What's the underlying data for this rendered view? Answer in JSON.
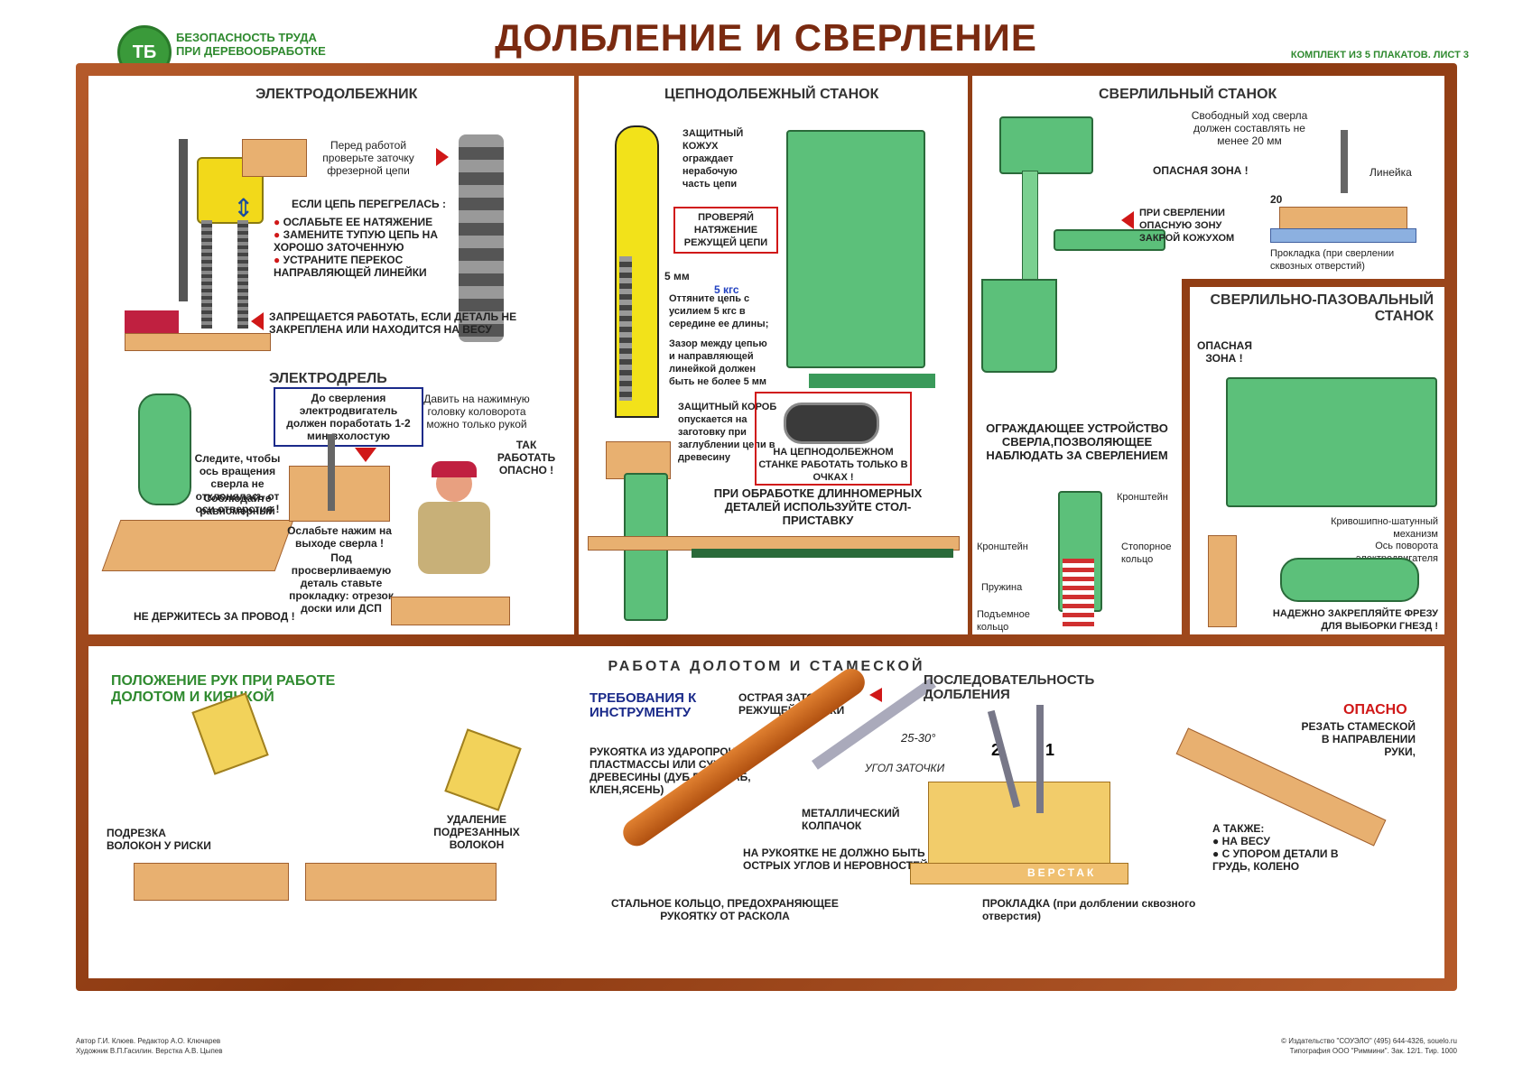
{
  "header": {
    "logo_text": "ТБ",
    "brand_line1": "БЕЗОПАСНОСТЬ ТРУДА",
    "brand_line2": "ПРИ ДЕРЕВООБРАБОТКЕ",
    "title": "ДОЛБЛЕНИЕ И СВЕРЛЕНИЕ",
    "set_info": "КОМПЛЕКТ ИЗ 5 ПЛАКАТОВ. ЛИСТ 3"
  },
  "p1": {
    "title": "ЭЛЕКТРОДОЛБЕЖНИК",
    "check_text": "Перед работой проверьте заточку фрезерной цепи",
    "overheat_title": "ЕСЛИ ЦЕПЬ ПЕРЕГРЕЛАСЬ :",
    "overheat_items": [
      "ОСЛАБЬТЕ ЕЕ НАТЯЖЕНИЕ",
      "ЗАМЕНИТЕ ТУПУЮ ЦЕПЬ НА ХОРОШО ЗАТОЧЕННУЮ",
      "УСТРАНИТЕ ПЕРЕКОС НАПРАВЛЯЮЩЕЙ ЛИНЕЙКИ"
    ],
    "warning": "ЗАПРЕЩАЕТСЯ РАБОТАТЬ, ЕСЛИ ДЕТАЛЬ НЕ ЗАКРЕПЛЕНА ИЛИ НАХОДИТСЯ НА ВЕСУ"
  },
  "p2": {
    "title": "ЭЛЕКТРОДРЕЛЬ",
    "idle_box": "До сверления электродвигатель должен поработать 1-2 мин вхолостую",
    "press_text": "Давить на нажимную головку коловорота можно только рукой",
    "axis_text": "Следите, чтобы ось вращения сверла не отклонялась от оси отверстия !",
    "uniform_text": "Соблюдайте равномерный нажим",
    "exit_text": "Ослабьте нажим на выходе сверла !",
    "lining_text": "Под просверливаемую деталь ставьте прокладку: отрезок доски или ДСП",
    "danger_text": "ТАК РАБОТАТЬ ОПАСНО !",
    "wire_text": "НЕ ДЕРЖИТЕСЬ ЗА ПРОВОД !"
  },
  "p3": {
    "title": "ЦЕПНОДОЛБЕЖНЫЙ СТАНОК",
    "guard_text": "ЗАЩИТНЫЙ КОЖУХ ограждает нерабочую часть цепи",
    "tension_box": "ПРОВЕРЯЙ НАТЯЖЕНИЕ РЕЖУЩЕЙ ЦЕПИ",
    "mm_label": "5 мм",
    "kgs_label": "5 кгс",
    "pull_text": "Оттяните цепь с усилием 5 кгс в середине ее длины;",
    "gap_text": "Зазор между цепью и направляющей линейкой должен быть не более 5 мм",
    "box_text": "ЗАЩИТНЫЙ КОРОБ опускается на заготовку при заглублении цепи в древесину",
    "goggles_box": "НА ЦЕПНОДОЛБЕЖНОМ СТАНКЕ РАБОТАТЬ ТОЛЬКО В ОЧКАХ !",
    "long_parts_text": "ПРИ ОБРАБОТКЕ ДЛИННОМЕРНЫХ ДЕТАЛЕЙ ИСПОЛЬЗУЙТЕ СТОЛ-ПРИСТАВКУ"
  },
  "p4": {
    "title": "СВЕРЛИЛЬНЫЙ СТАНОК",
    "free_travel_text": "Свободный ход сверла должен составлять не менее 20 мм",
    "danger_zone": "ОПАСНАЯ ЗОНА !",
    "ruler_label": "Линейка",
    "dim_20": "20",
    "lining_label": "Прокладка (при сверлении сквозных отверстий)",
    "cover_text": "ПРИ СВЕРЛЕНИИ ОПАСНУЮ ЗОНУ ЗАКРОЙ КОЖУХОМ",
    "guard_device_text": "ОГРАЖДАЮЩЕЕ УСТРОЙСТВО СВЕРЛА,ПОЗВОЛЯЮЩЕЕ НАБЛЮДАТЬ ЗА СВЕРЛЕНИЕМ",
    "bracket_right": "Кронштейн",
    "bracket_left": "Кронштейн",
    "stop_ring": "Стопорное кольцо",
    "spring": "Пружина",
    "lift_ring": "Подъемное кольцо"
  },
  "p5": {
    "title": "СВЕРЛИЛЬНО-ПАЗОВАЛЬНЫЙ СТАНОК",
    "danger_zone": "ОПАСНАЯ ЗОНА !",
    "crank_text": "Кривошипно-шатунный механизм",
    "axis_text": "Ось поворота электродвигателя",
    "fix_text": "НАДЕЖНО ЗАКРЕПЛЯЙТЕ ФРЕЗУ ДЛЯ ВЫБОРКИ ГНЕЗД !"
  },
  "bottom": {
    "section_title": "РАБОТА ДОЛОТОМ И СТАМЕСКОЙ",
    "hands_title": "ПОЛОЖЕНИЕ РУК ПРИ РАБОТЕ ДОЛОТОМ И КИЯНКОЙ",
    "cut_text": "ПОДРЕЗКА ВОЛОКОН У РИСКИ",
    "remove_text": "УДАЛЕНИЕ ПОДРЕЗАННЫХ ВОЛОКОН",
    "req_title": "ТРЕБОВАНИЯ К ИНСТРУМЕНТУ",
    "sharp_text": "ОСТРАЯ ЗАТОЧКА РЕЖУЩЕЙ КРОМКИ",
    "angle_value": "25-30°",
    "angle_label": "УГОЛ ЗАТОЧКИ",
    "handle_text": "РУКОЯТКА ИЗ УДАРОПРОЧНОЙ ПЛАСТМАССЫ ИЛИ СУХОЙ ДРЕВЕСИНЫ (ДУБ,БУК, ГРАБ, КЛЕН,ЯСЕНЬ)",
    "cap_text": "МЕТАЛЛИЧЕСКИЙ КОЛПАЧОК",
    "corners_text": "НА РУКОЯТКЕ НЕ ДОЛЖНО БЫТЬ ОСТРЫХ УГЛОВ И НЕРОВНОСТЕЙ",
    "ring_text": "СТАЛЬНОЕ КОЛЬЦО, ПРЕДОХРАНЯЮЩЕЕ РУКОЯТКУ ОТ РАСКОЛА",
    "seq_title": "ПОСЛЕДОВАТЕЛЬНОСТЬ ДОЛБЛЕНИЯ",
    "num_2": "2",
    "num_1": "1",
    "bench_label": "ВЕРСТАК",
    "lining_text": "ПРОКЛАДКА (при долблении сквозного отверстия)",
    "danger_title": "ОПАСНО",
    "danger_text": "РЕЗАТЬ СТАМЕСКОЙ В НАПРАВЛЕНИИ РУКИ,",
    "also_title": "А ТАКЖЕ:",
    "also_items": [
      "НА ВЕСУ",
      "С УПОРОМ ДЕТАЛИ В ГРУДЬ, КОЛЕНО"
    ]
  },
  "footer": {
    "left1": "Автор Г.И. Клюев. Редактор А.О. Ключарев",
    "left2": "Художник В.П.Гасилин. Верстка А.В. Цыпев",
    "right1": "© Издательство \"СОУЭЛО\" (495) 644-4326, souelo.ru",
    "right2": "Типография ООО \"Риммини\". Зак. 12/1. Тир. 1000"
  },
  "colors": {
    "frame": "#8a3810",
    "title": "#7a2a10",
    "accent_green": "#2f8a2f",
    "warning_red": "#d01818",
    "note_blue": "#1a2a8a",
    "machine_green": "#5cc07a"
  }
}
